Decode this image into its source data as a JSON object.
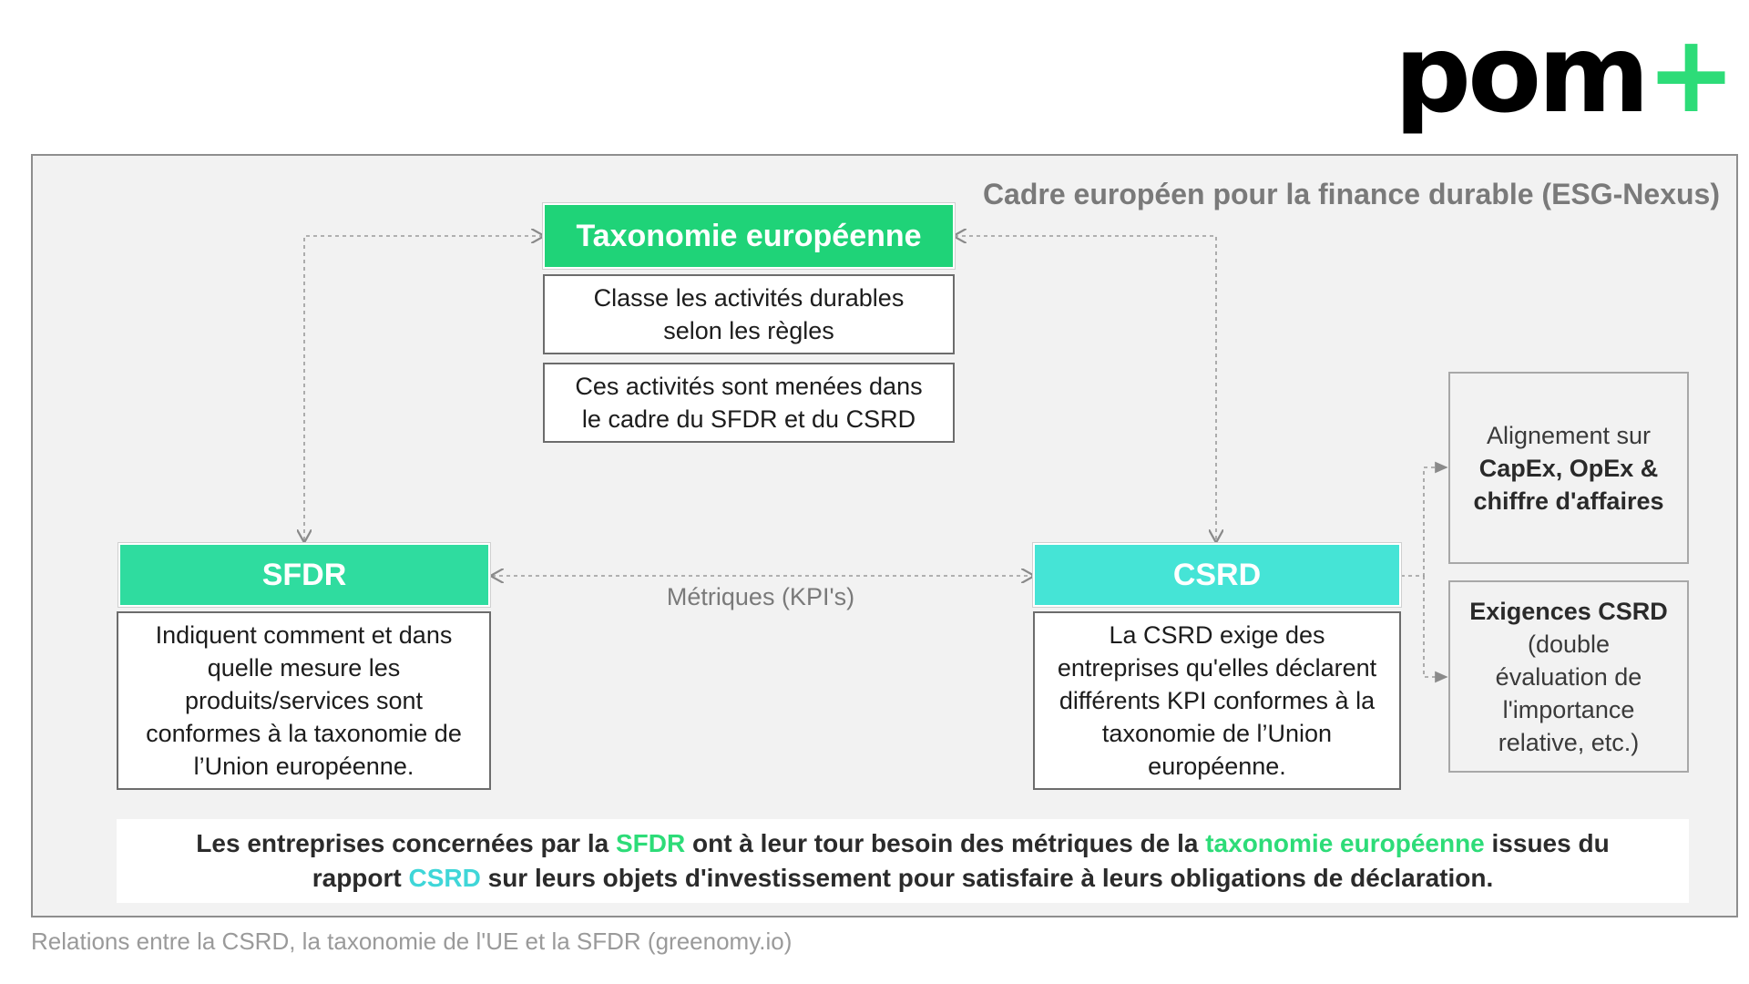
{
  "logo": {
    "text": "pom",
    "plus": "+"
  },
  "frame": {
    "title": "Cadre européen pour la finance durable (ESG-Nexus)"
  },
  "taxonomie": {
    "title": "Taxonomie européenne",
    "color": "#1fd378",
    "box1": [
      "Classe les activités durables",
      "selon les règles"
    ],
    "box2": [
      "Ces activités sont menées dans",
      "le cadre du SFDR et du CSRD"
    ]
  },
  "sfdr": {
    "title": "SFDR",
    "color": "#2fdc9f",
    "body": [
      "Indiquent comment et dans",
      "quelle mesure les",
      "produits/services sont",
      "conformes à la taxonomie de",
      "l’Union européenne."
    ]
  },
  "csrd": {
    "title": "CSRD",
    "color": "#45e4d6",
    "body": [
      "La CSRD exige des",
      "entreprises qu'elles déclarent",
      "différents KPI conformes à la",
      "taxonomie de l’Union",
      "européenne."
    ]
  },
  "metrics_label": "Métriques (KPI's)",
  "side1": {
    "line1": "Alignement sur",
    "line2": "CapEx, OpEx &",
    "line3": "chiffre d'affaires"
  },
  "side2": {
    "title": "Exigences CSRD",
    "line1": "(double",
    "line2": "évaluation de",
    "line3": "l'importance",
    "line4": "relative, etc.)"
  },
  "banner": {
    "l1a": "Les entreprises concernées par la ",
    "l1b": "SFDR",
    "l1c": " ont à leur tour besoin des métriques de la ",
    "l1d": "taxonomie européenne",
    "l1e": " issues du",
    "l2a": "rapport ",
    "l2b": "CSRD",
    "l2c": " sur leurs objets d'investissement pour satisfaire à leurs obligations de déclaration."
  },
  "caption": "Relations entre la CSRD, la taxonomie de l'UE et la SFDR (greenomy.io)"
}
